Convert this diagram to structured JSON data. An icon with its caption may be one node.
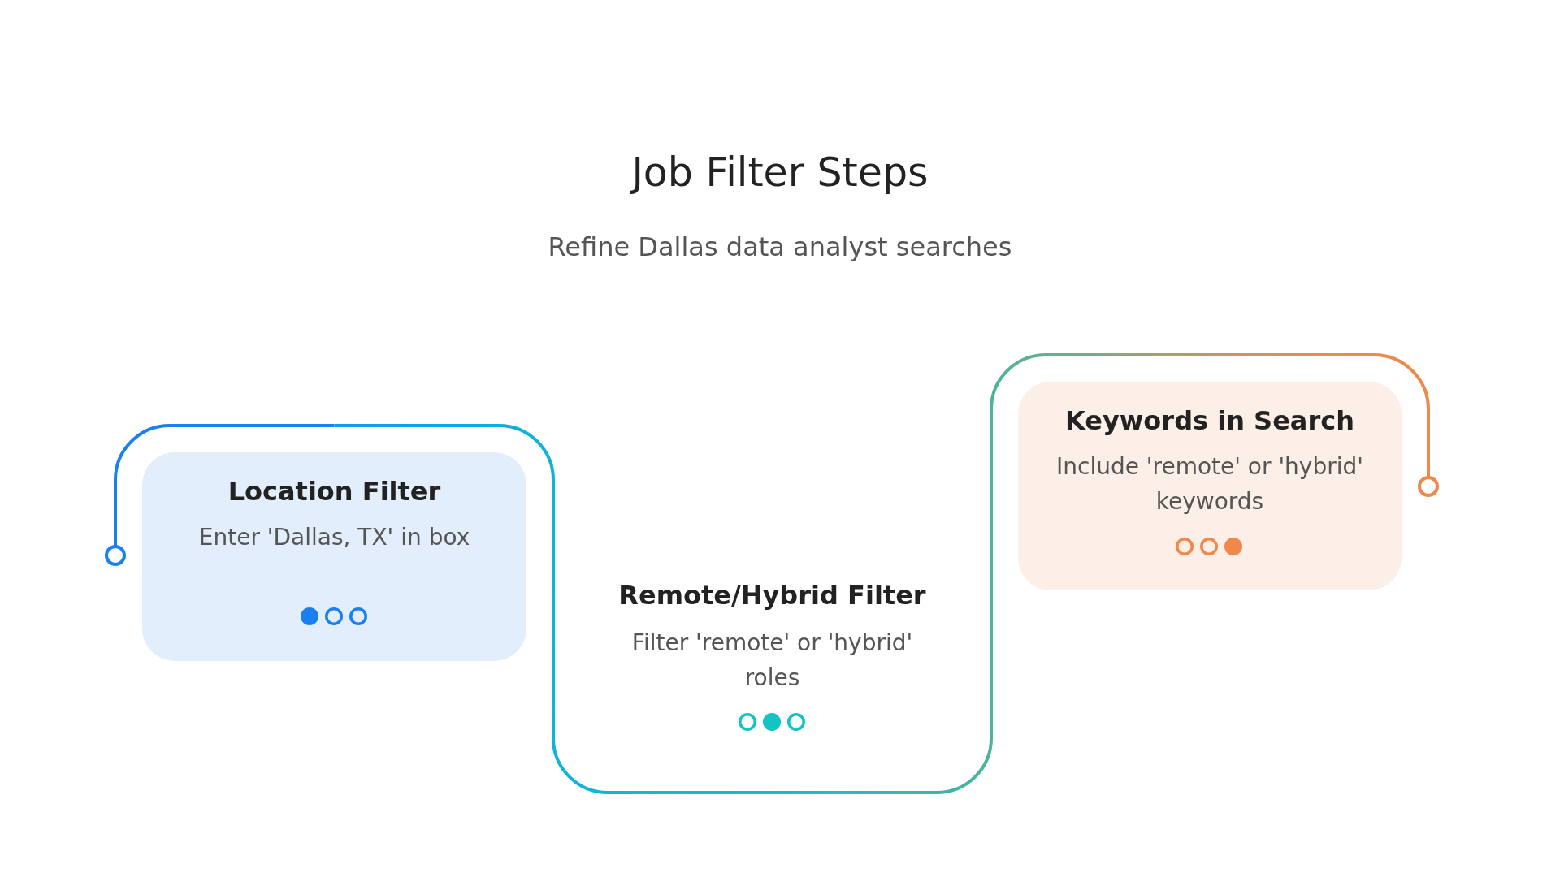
{
  "diagram": {
    "title": "Job Filter Steps",
    "nodes": [
      {
        "text": [
          "Location Filter",
          "Enter 'Dallas, TX' in box"
        ]
      },
      {
        "text": [
          "Remote/Hybrid Filter",
          "Filter 'remote' or 'hybrid' roles"
        ]
      },
      {
        "text": [
          "Keywords in Search",
          "Include 'remote' or 'hybrid' keywords"
        ]
      }
    ],
    "edges": [
      {
        "from": 0,
        "to": 1,
        "arrow": "none"
      },
      {
        "from": 1,
        "to": 2,
        "arrow": "none"
      }
    ],
    "labels": [
      "Refine Dallas data analyst searches"
    ]
  }
}
